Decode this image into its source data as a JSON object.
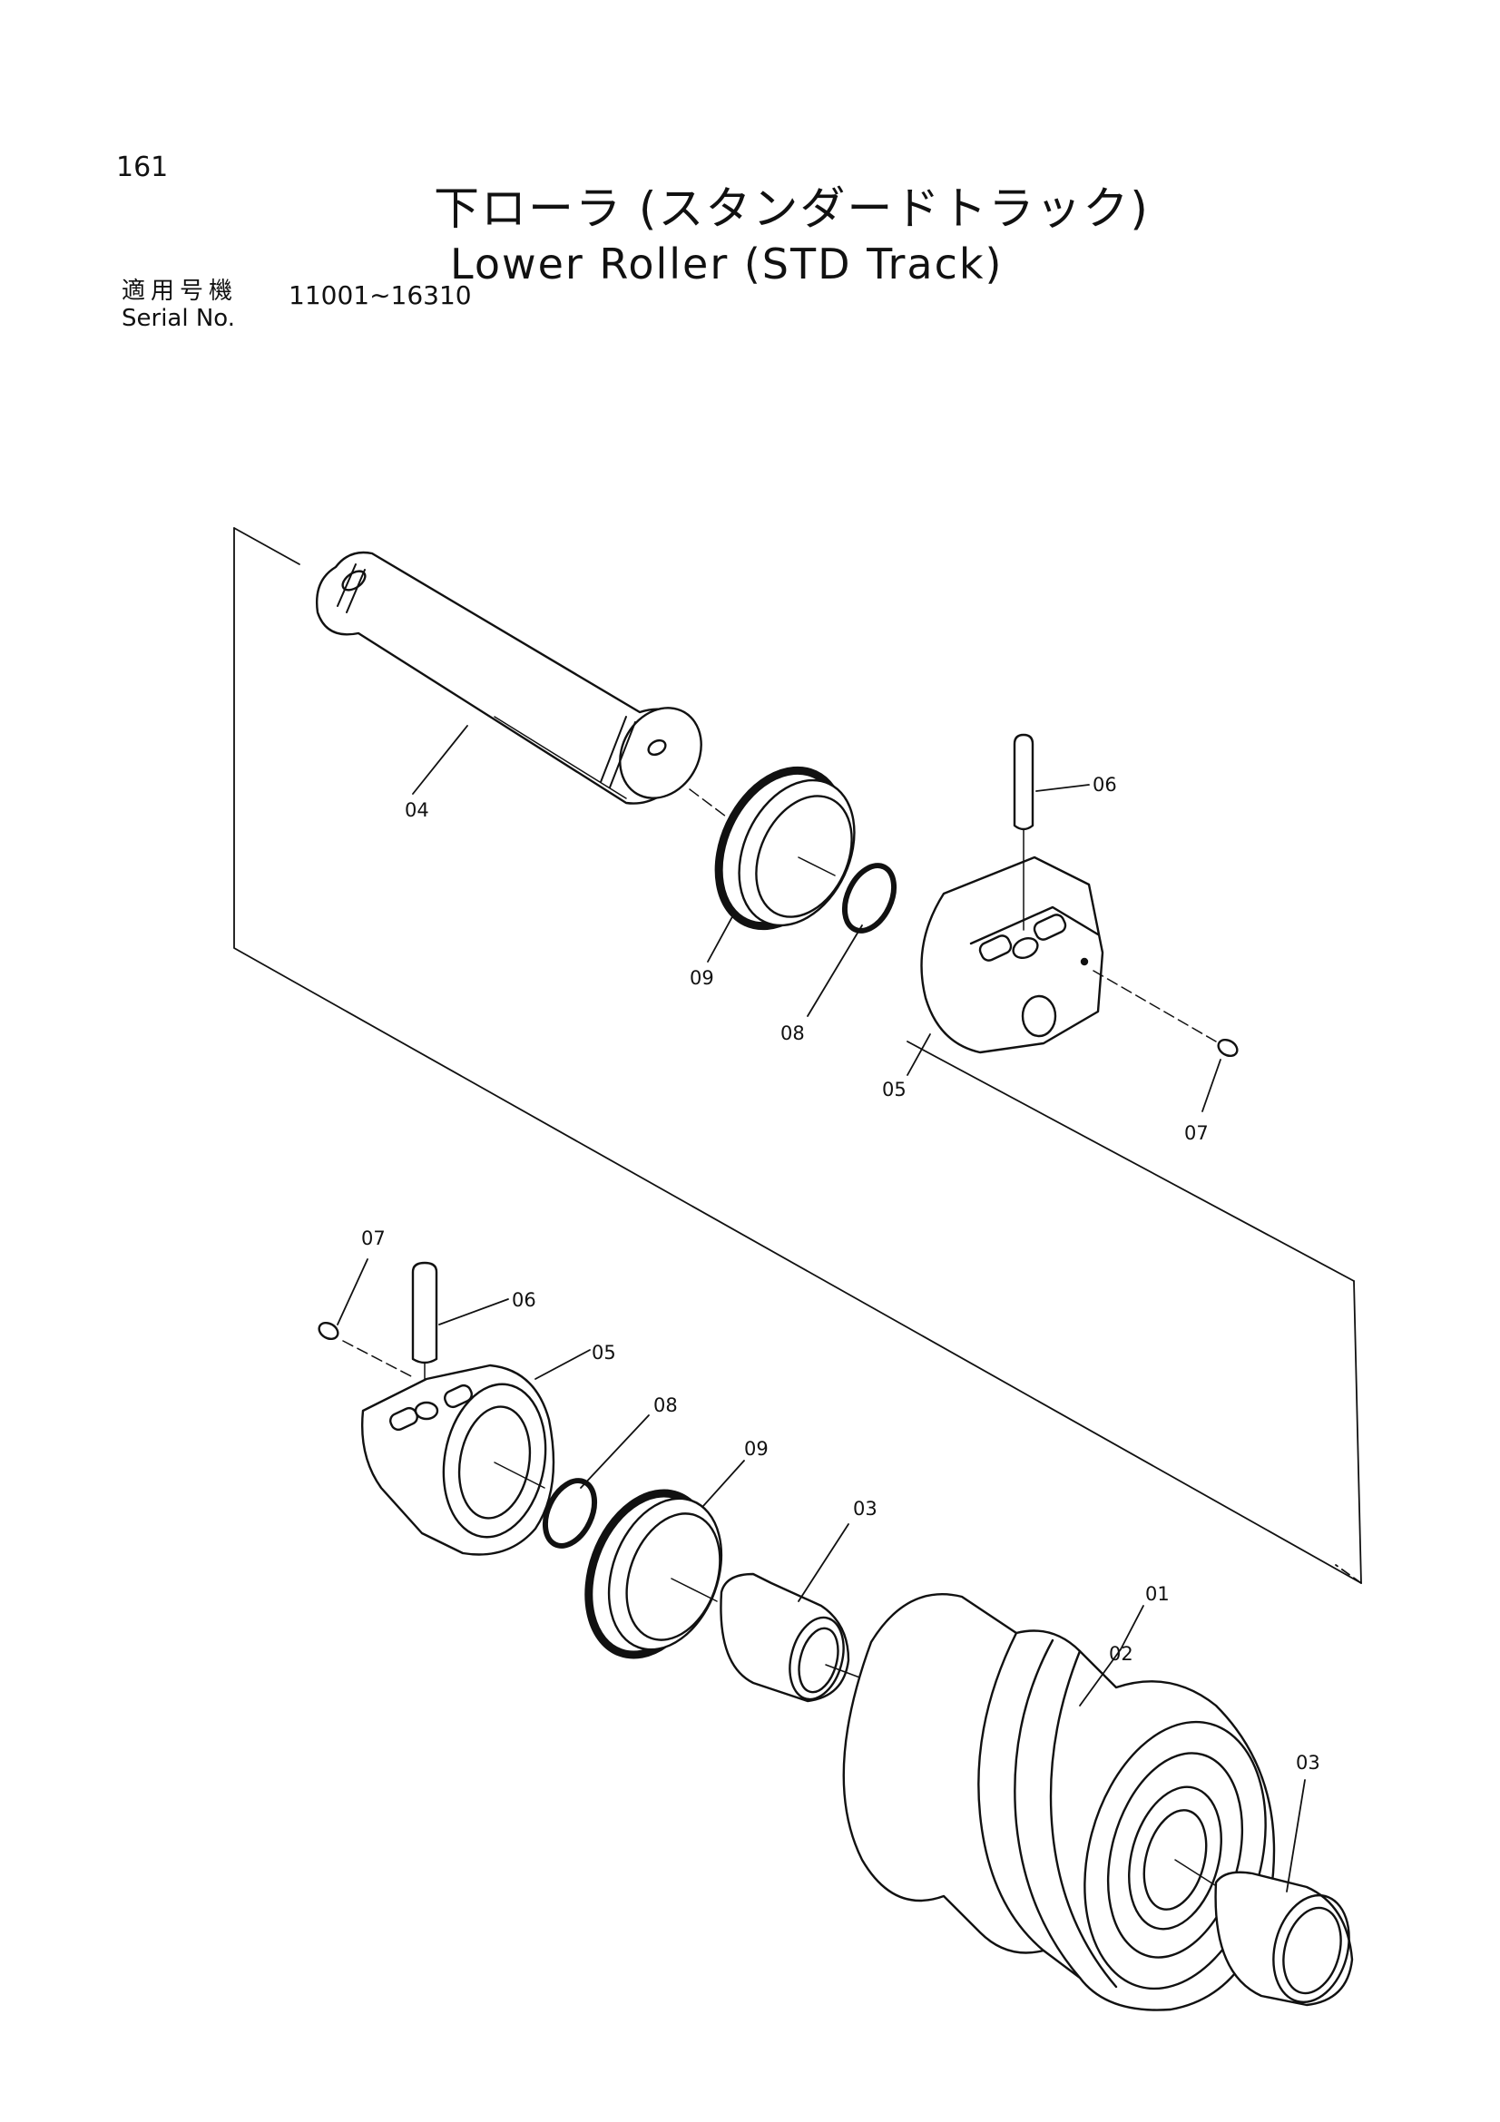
{
  "page_number": "161",
  "title_jp": "下ローラ (スタンダードトラック)",
  "title_en": "Lower Roller (STD Track)",
  "serial": {
    "label_jp": "適用号機",
    "label_en": "Serial No.",
    "range": "11001∼16310"
  },
  "callouts": {
    "upper_shaft": "04",
    "upper_seal": "09",
    "upper_oring": "08",
    "upper_collar": "05",
    "upper_pin": "06",
    "upper_plug": "07",
    "lower_plug": "07",
    "lower_pin": "06",
    "lower_collar": "05",
    "lower_oring": "08",
    "lower_seal": "09",
    "left_bushing": "03",
    "roller_assy": "01",
    "roller_body": "02",
    "right_bushing": "03"
  }
}
